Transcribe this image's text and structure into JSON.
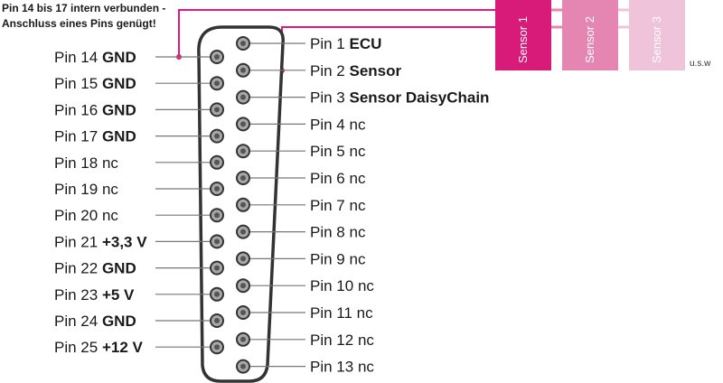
{
  "note": {
    "line1": "Pin 14 bis 17 intern verbunden -",
    "line2": "Anschluss eines Pins genügt!"
  },
  "colors": {
    "magenta": "#e0197d",
    "sensor1": "#d81b78",
    "sensor2": "#e585b2",
    "sensor3": "#efc3d9",
    "line": "#777777"
  },
  "right_pins": [
    {
      "prefix": "Pin 1",
      "desc": "ECU",
      "bold": true
    },
    {
      "prefix": "Pin 2",
      "desc": "Sensor",
      "bold": true
    },
    {
      "prefix": "Pin 3",
      "desc": "Sensor DaisyChain",
      "bold": true
    },
    {
      "prefix": "Pin 4",
      "desc": "nc",
      "bold": false
    },
    {
      "prefix": "Pin 5",
      "desc": "nc",
      "bold": false
    },
    {
      "prefix": "Pin 6",
      "desc": "nc",
      "bold": false
    },
    {
      "prefix": "Pin 7",
      "desc": "nc",
      "bold": false
    },
    {
      "prefix": "Pin 8",
      "desc": "nc",
      "bold": false
    },
    {
      "prefix": "Pin 9",
      "desc": "nc",
      "bold": false
    },
    {
      "prefix": "Pin 10",
      "desc": "nc",
      "bold": false
    },
    {
      "prefix": "Pin 11",
      "desc": "nc",
      "bold": false
    },
    {
      "prefix": "Pin 12",
      "desc": "nc",
      "bold": false
    },
    {
      "prefix": "Pin 13",
      "desc": "nc",
      "bold": false
    }
  ],
  "left_pins": [
    {
      "prefix": "Pin 14",
      "desc": "GND",
      "bold": true
    },
    {
      "prefix": "Pin 15",
      "desc": "GND",
      "bold": true
    },
    {
      "prefix": "Pin 16",
      "desc": "GND",
      "bold": true
    },
    {
      "prefix": "Pin 17",
      "desc": "GND",
      "bold": true
    },
    {
      "prefix": "Pin 18",
      "desc": "nc",
      "bold": false
    },
    {
      "prefix": "Pin 19",
      "desc": "nc",
      "bold": false
    },
    {
      "prefix": "Pin 20",
      "desc": "nc",
      "bold": false
    },
    {
      "prefix": "Pin 21",
      "desc": "+3,3 V",
      "bold": true
    },
    {
      "prefix": "Pin 22",
      "desc": "GND",
      "bold": true
    },
    {
      "prefix": "Pin 23",
      "desc": "+5 V",
      "bold": true
    },
    {
      "prefix": "Pin 24",
      "desc": "GND",
      "bold": true
    },
    {
      "prefix": "Pin 25",
      "desc": "+12 V",
      "bold": true
    }
  ],
  "sensors": [
    {
      "label": "Sensor 1"
    },
    {
      "label": "Sensor 2"
    },
    {
      "label": "Sensor 3"
    }
  ],
  "etc_label": "u.s.w"
}
